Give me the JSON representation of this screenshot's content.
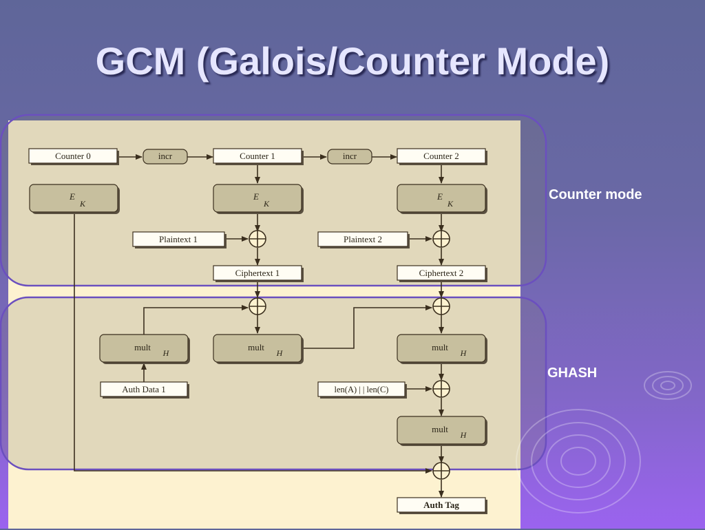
{
  "slide": {
    "title": "GCM (Galois/Counter Mode)",
    "counter_mode_label": "Counter mode",
    "ghash_label": "GHASH"
  },
  "diagram": {
    "counter0": "Counter 0",
    "counter1": "Counter 1",
    "counter2": "Counter 2",
    "incr": "incr",
    "ek_main": "E",
    "ek_sub": "K",
    "plaintext1": "Plaintext 1",
    "plaintext2": "Plaintext 2",
    "ciphertext1": "Ciphertext 1",
    "ciphertext2": "Ciphertext 2",
    "mult_main": "mult",
    "mult_sub": "H",
    "auth_data1": "Auth Data 1",
    "len": "len(A) | | len(C)",
    "auth_tag": "Auth Tag"
  },
  "colors": {
    "panel": "#fdf2d0",
    "box_fill": "#c7bf9e",
    "region_overlay": "#7f7a70",
    "region_border": "#6b4fbf"
  }
}
